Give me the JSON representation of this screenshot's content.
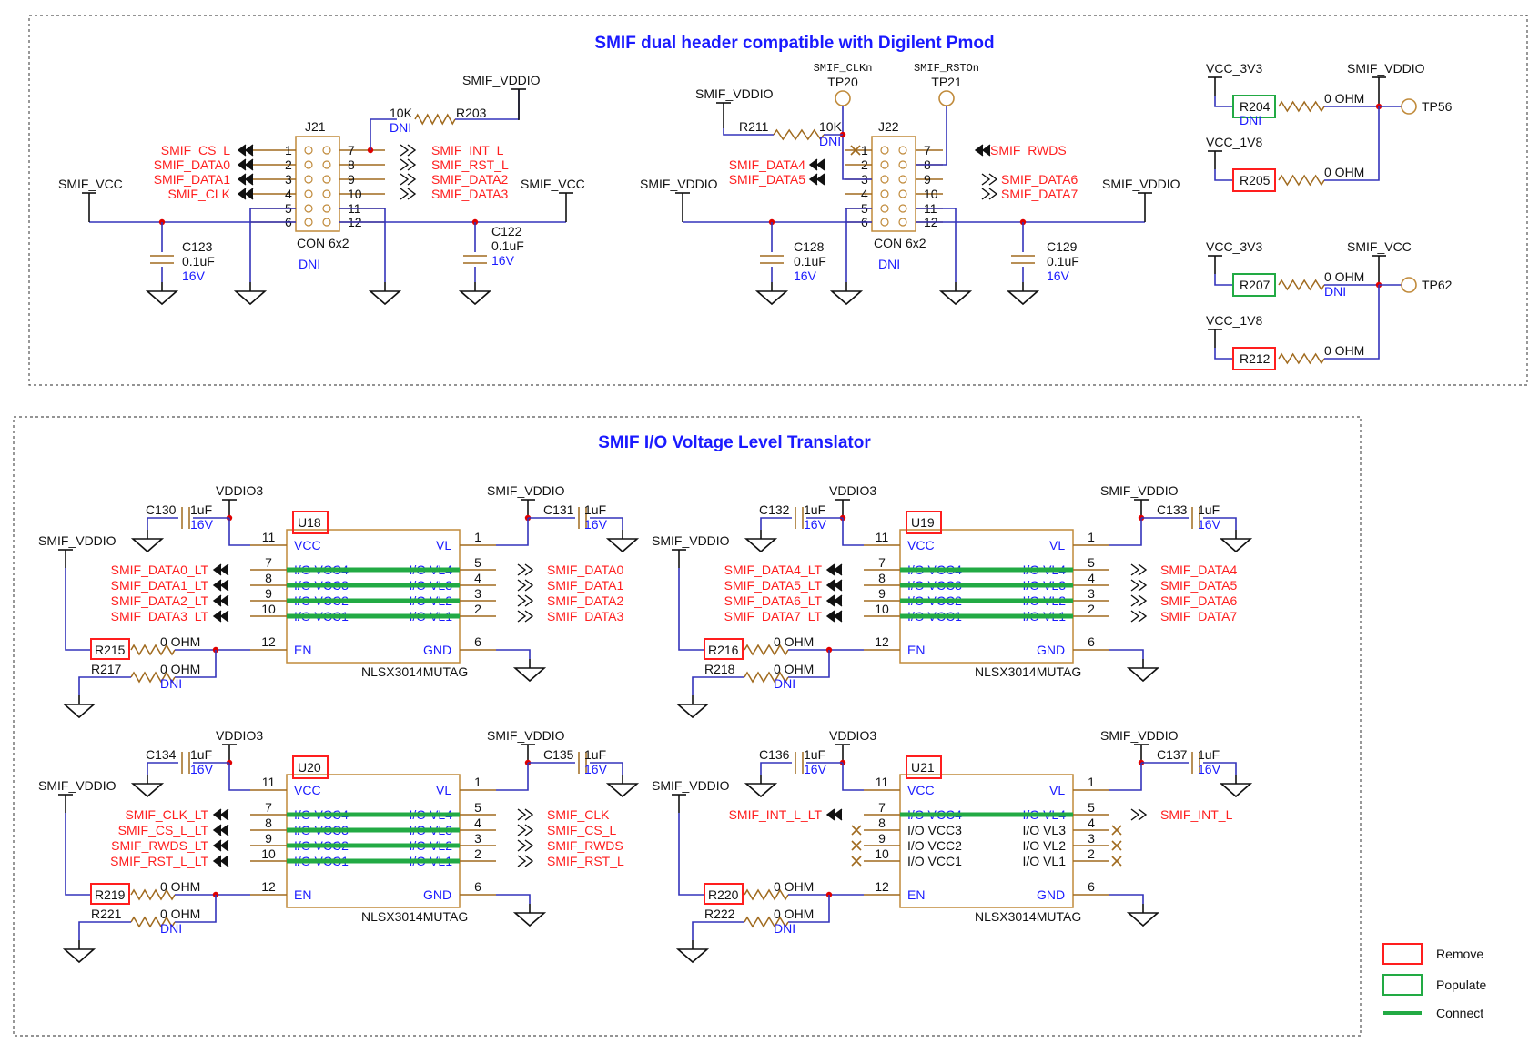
{
  "sections": {
    "top_title": "SMIF dual header compatible with Digilent Pmod",
    "bottom_title": "SMIF I/O Voltage Level Translator"
  },
  "nets": {
    "smif_vcc": "SMIF_VCC",
    "smif_vddio": "SMIF_VDDIO",
    "vddio3": "VDDIO3",
    "vcc_3v3": "VCC_3V3",
    "vcc_1v8": "VCC_1V8",
    "smif_clkn": "SMIF_CLKn",
    "smif_rston": "SMIF_RSTOn"
  },
  "common": {
    "dni": "DNI",
    "ohm0": "0 OHM",
    "k10": "10K",
    "cap01": "0.1uF",
    "cap1": "1uF",
    "v16": "16V",
    "con6x2": "CON 6x2",
    "part": "NLSX3014MUTAG",
    "pin_vcc": "VCC",
    "pin_vl": "VL",
    "pin_en": "EN",
    "pin_gnd": "GND",
    "io_vcc": [
      "I/O VCC4",
      "I/O VCC3",
      "I/O VCC2",
      "I/O VCC1"
    ],
    "io_vl": [
      "I/O VL4",
      "I/O VL3",
      "I/O VL2",
      "I/O VL1"
    ]
  },
  "j21": {
    "ref": "J21",
    "left_signals": [
      "SMIF_CS_L",
      "SMIF_DATA0",
      "SMIF_DATA1",
      "SMIF_CLK"
    ],
    "right_signals": [
      "SMIF_INT_L",
      "SMIF_RST_L",
      "SMIF_DATA2",
      "SMIF_DATA3"
    ],
    "left_pins": [
      "1",
      "2",
      "3",
      "4",
      "5",
      "6"
    ],
    "right_pins": [
      "7",
      "8",
      "9",
      "10",
      "11",
      "12"
    ],
    "r203": "R203",
    "c123": "C123",
    "c122": "C122"
  },
  "j22": {
    "ref": "J22",
    "left_signals": [
      "SMIF_DATA4",
      "SMIF_DATA5"
    ],
    "right_signals": [
      "SMIF_RWDS",
      "SMIF_DATA6",
      "SMIF_DATA7"
    ],
    "r211": "R211",
    "tp20": "TP20",
    "tp21": "TP21",
    "c128": "C128",
    "c129": "C129"
  },
  "select": {
    "r204": "R204",
    "r205": "R205",
    "r207": "R207",
    "r212": "R212",
    "tp56": "TP56",
    "tp62": "TP62"
  },
  "translators": [
    {
      "ref": "U18",
      "left_signals": [
        "SMIF_DATA0_LT",
        "SMIF_DATA1_LT",
        "SMIF_DATA2_LT",
        "SMIF_DATA3_LT"
      ],
      "right_signals": [
        "SMIF_DATA0",
        "SMIF_DATA1",
        "SMIF_DATA2",
        "SMIF_DATA3"
      ],
      "cap_left": "C130",
      "cap_right": "C131",
      "r_en": "R215",
      "r_pd": "R217"
    },
    {
      "ref": "U19",
      "left_signals": [
        "SMIF_DATA4_LT",
        "SMIF_DATA5_LT",
        "SMIF_DATA6_LT",
        "SMIF_DATA7_LT"
      ],
      "right_signals": [
        "SMIF_DATA4",
        "SMIF_DATA5",
        "SMIF_DATA6",
        "SMIF_DATA7"
      ],
      "cap_left": "C132",
      "cap_right": "C133",
      "r_en": "R216",
      "r_pd": "R218"
    },
    {
      "ref": "U20",
      "left_signals": [
        "SMIF_CLK_LT",
        "SMIF_CS_L_LT",
        "SMIF_RWDS_LT",
        "SMIF_RST_L_LT"
      ],
      "right_signals": [
        "SMIF_CLK",
        "SMIF_CS_L",
        "SMIF_RWDS",
        "SMIF_RST_L"
      ],
      "cap_left": "C134",
      "cap_right": "C135",
      "r_en": "R219",
      "r_pd": "R221"
    },
    {
      "ref": "U21",
      "left_signals": [
        "SMIF_INT_L_LT"
      ],
      "right_signals": [
        "SMIF_INT_L"
      ],
      "cap_left": "C136",
      "cap_right": "C137",
      "r_en": "R220",
      "r_pd": "R222"
    }
  ],
  "legend": {
    "remove": "Remove",
    "populate": "Populate",
    "connect": "Connect"
  },
  "colors": {
    "remove": "#ff1e1e",
    "populate": "#22aa44",
    "connect": "#22aa44",
    "wire": "#3333bb",
    "signal_text": "#ff1e1e",
    "value_text": "#1a1aff"
  }
}
